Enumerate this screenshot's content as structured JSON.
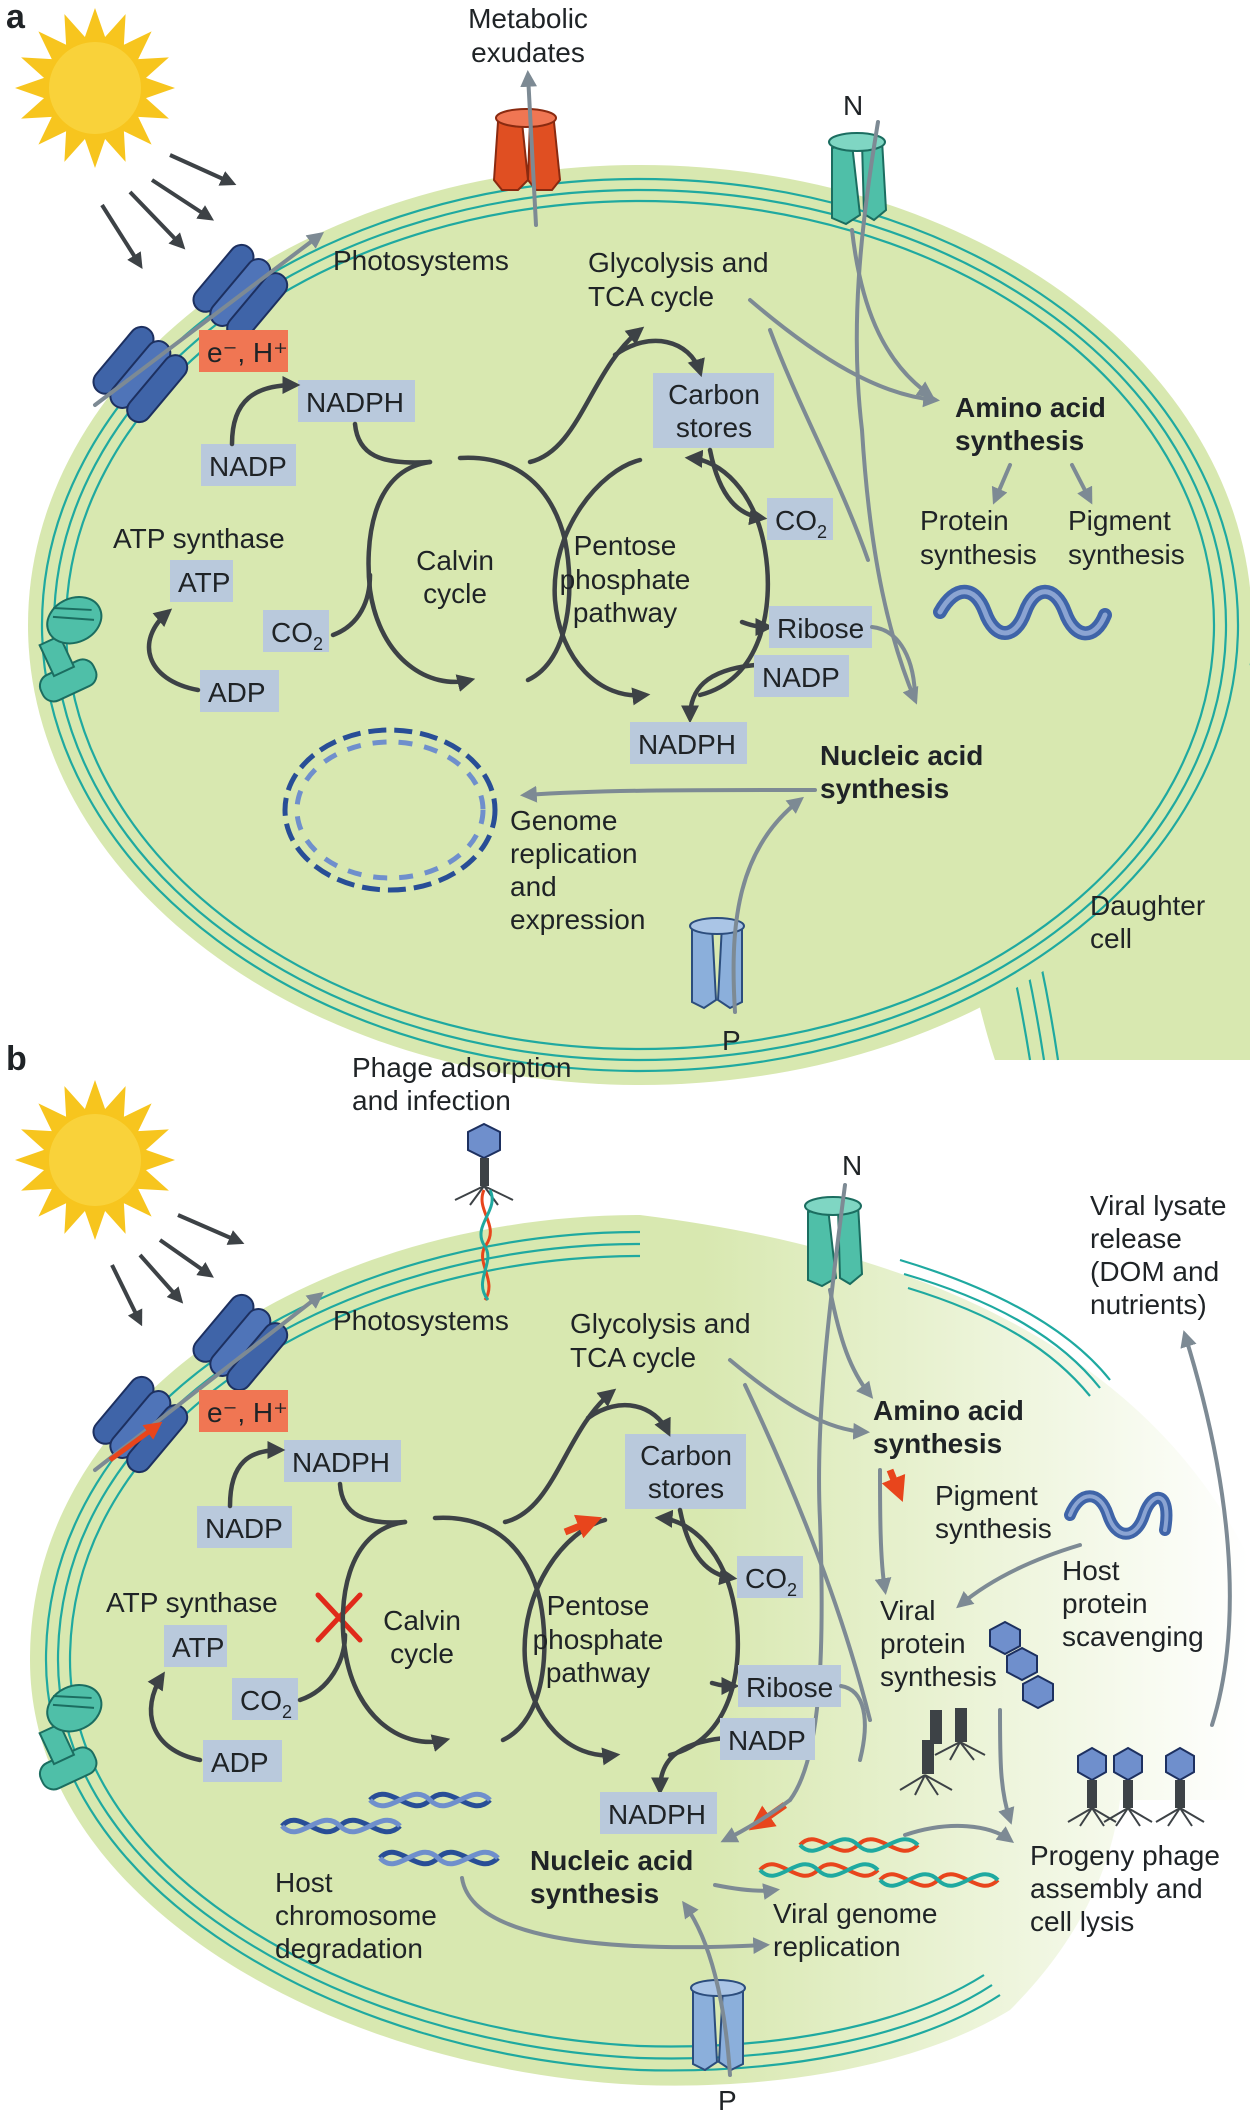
{
  "panel_a": {
    "letter": "a",
    "metabolic_exudates": [
      "Metabolic",
      "exudates"
    ],
    "n_label": "N",
    "p_label": "P",
    "photosystems": "Photosystems",
    "eh": "e⁻, H⁺",
    "nadph_top": "NADPH",
    "nadp_left": "NADP",
    "glycolysis": [
      "Glycolysis and",
      "TCA cycle"
    ],
    "carbon_stores": [
      "Carbon",
      "stores"
    ],
    "co2": "CO",
    "co2_sub": "2",
    "amino_acid": [
      "Amino acid",
      "synthesis"
    ],
    "protein_synthesis": [
      "Protein",
      "synthesis"
    ],
    "pigment_synthesis": [
      "Pigment",
      "synthesis"
    ],
    "atp_synthase": "ATP synthase",
    "atp": "ATP",
    "adp": "ADP",
    "calvin": [
      "Calvin",
      "cycle"
    ],
    "pentose": [
      "Pentose",
      "phosphate",
      "pathway"
    ],
    "ribose": "Ribose",
    "nadp_right": "NADP",
    "nadph_bottom": "NADPH",
    "nucleic": [
      "Nucleic acid",
      "synthesis"
    ],
    "genome": [
      "Genome",
      "replication",
      "and",
      "expression"
    ],
    "daughter": [
      "Daughter",
      "cell"
    ]
  },
  "panel_b": {
    "letter": "b",
    "phage_adsorption": [
      "Phage adsorption",
      "and infection"
    ],
    "n_label": "N",
    "p_label": "P",
    "viral_lysate": [
      "Viral lysate",
      "release",
      "(DOM and",
      "nutrients)"
    ],
    "photosystems": "Photosystems",
    "eh": "e⁻, H⁺",
    "nadph_top": "NADPH",
    "nadp_left": "NADP",
    "glycolysis": [
      "Glycolysis and",
      "TCA cycle"
    ],
    "carbon_stores": [
      "Carbon",
      "stores"
    ],
    "co2": "CO",
    "co2_sub": "2",
    "amino_acid": [
      "Amino acid",
      "synthesis"
    ],
    "pigment_synthesis": [
      "Pigment",
      "synthesis"
    ],
    "host_protein": [
      "Host",
      "protein",
      "scavenging"
    ],
    "atp_synthase": "ATP synthase",
    "atp": "ATP",
    "adp": "ADP",
    "calvin": [
      "Calvin",
      "cycle"
    ],
    "pentose": [
      "Pentose",
      "phosphate",
      "pathway"
    ],
    "ribose": "Ribose",
    "nadp_right": "NADP",
    "nadph_bottom": "NADPH",
    "viral_protein": [
      "Viral",
      "protein",
      "synthesis"
    ],
    "progeny": [
      "Progeny phage",
      "assembly and",
      "cell lysis"
    ],
    "host_chromosome": [
      "Host",
      "chromosome",
      "degradation"
    ],
    "nucleic": [
      "Nucleic acid",
      "synthesis"
    ],
    "viral_genome": [
      "Viral genome",
      "replication"
    ]
  },
  "colors": {
    "cell_fill": "#d8e8b0",
    "membrane": "#1fa9a0",
    "label_box": "#b9c9dc",
    "electron_box": "#f07653",
    "arrow_grey": "#7d8a94",
    "cycle_dark": "#3d4246",
    "highlight_orange": "#e8451c",
    "sun": "#f7c51e",
    "photosystem_blue": "#3f64a8",
    "channel_teal": "#4fbfa8"
  },
  "icons": [
    "sun-icon",
    "photosystem-icon",
    "exudate-channel-icon",
    "nutrient-channel-icon",
    "atp-synthase-icon",
    "dna-ring-icon",
    "protein-helix-icon",
    "phage-icon",
    "inhibition-cross-icon"
  ]
}
